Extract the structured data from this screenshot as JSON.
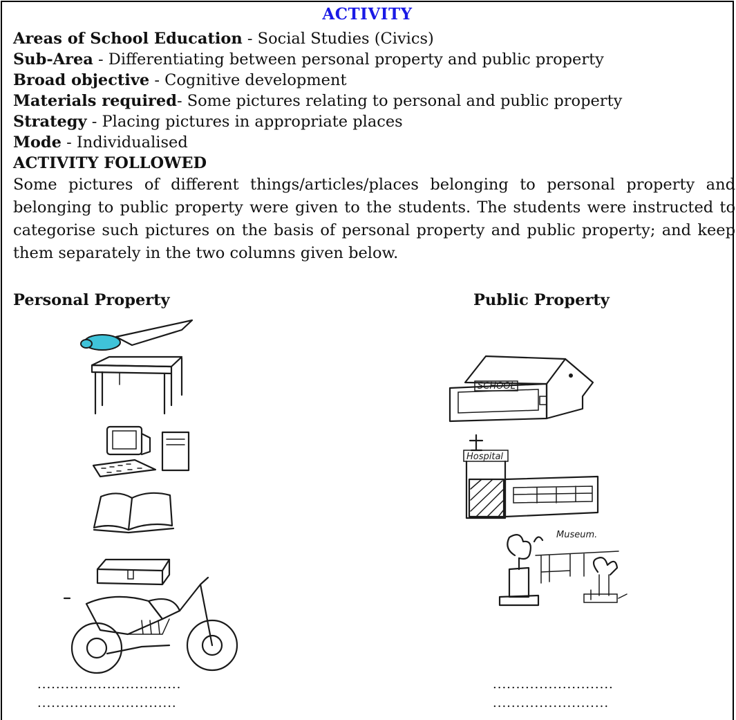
{
  "title": "ACTIVITY",
  "fields": [
    {
      "label": "Areas of School Education",
      "value": " - Social Studies (Civics)"
    },
    {
      "label": "Sub-Area",
      "value": " - Differentiating between personal property and public property"
    },
    {
      "label": "Broad objective",
      "value": " - Cognitive development"
    },
    {
      "label": "Materials required",
      "value": "- Some pictures relating to personal and public property"
    },
    {
      "label": "Strategy",
      "value": " - Placing pictures in appropriate places"
    },
    {
      "label": "Mode",
      "value": " - Individualised"
    }
  ],
  "section_heading": "ACTIVITY FOLLOWED",
  "paragraph": "Some pictures of different things/articles/places belonging to personal property and belonging to public property were given to the students. The students were instructed to categorise such pictures on the basis of personal property and public property; and keep them separately in the two columns given below.",
  "columns": {
    "left_heading": "Personal Property",
    "right_heading": "Public Property"
  },
  "labels": {
    "school": "SCHOOL",
    "hospital": "Hospital",
    "museum": "Museum."
  },
  "dots": {
    "left_1": "...............................",
    "left_2": "..............................",
    "right_1": "..........................",
    "right_2": "........................."
  },
  "colors": {
    "title": "#1a1ae6",
    "knife_handle": "#3fc3d9",
    "table_top": "#e8802a",
    "bike_tank": "#f2e27a",
    "school_wash": "#7fe0d8",
    "cpu_wash": "#f0a040"
  }
}
